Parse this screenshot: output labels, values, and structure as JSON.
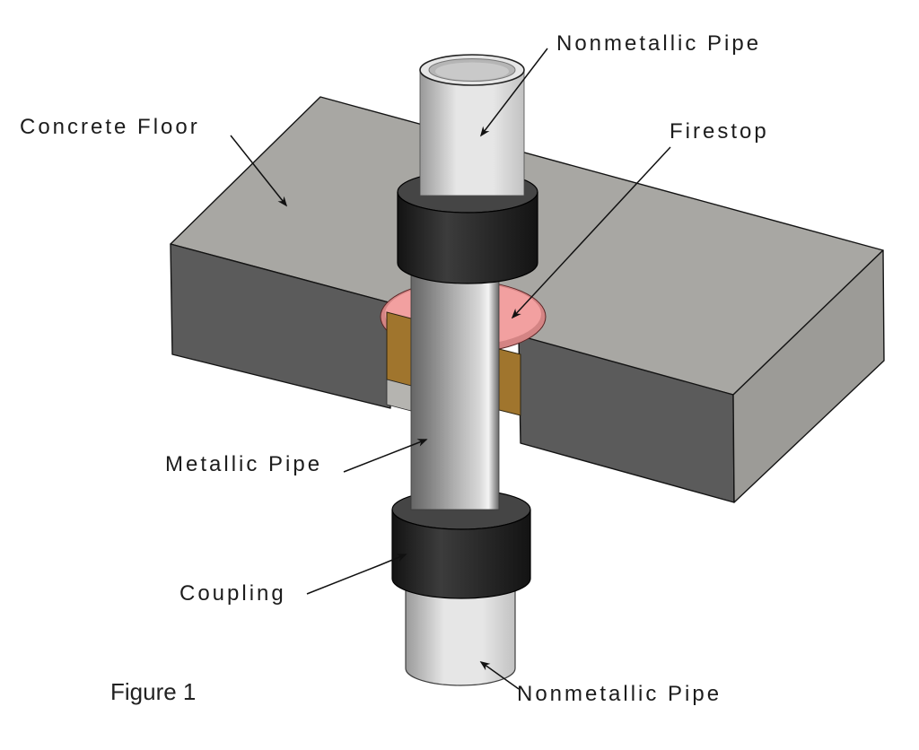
{
  "figure": {
    "caption": "Figure 1",
    "labels": {
      "top_pipe": "Nonmetallic Pipe",
      "concrete_floor": "Concrete Floor",
      "firestop": "Firestop",
      "metallic_pipe": "Metallic Pipe",
      "coupling": "Coupling",
      "bottom_pipe": "Nonmetallic Pipe"
    },
    "colors": {
      "background": "#ffffff",
      "outline": "#1a1a1a",
      "leader": "#111111",
      "label_text": "#1c1c1c",
      "slab_top": "#a8a7a3",
      "slab_front": "#5b5b5b",
      "slab_side": "#9c9b97",
      "firestop_light": "#f2a0a0",
      "firestop_dark": "#d48484",
      "annular_brown": "#a0752d",
      "notch_gray": "#b5b4b0",
      "coupling_ring": "#454545",
      "coupling_dark": "#131313",
      "coupling_mid": "#3c3c3c",
      "pipe_light": "#e6e6e6",
      "pipe_mid": "#c2c2c2",
      "pipe_dark": "#9a9a9a",
      "pipe_bore": "#b5b5b5",
      "metal_dark": "#666666",
      "metal_mid": "#b0b0b0",
      "metal_highlight": "#f4f4f4"
    }
  }
}
